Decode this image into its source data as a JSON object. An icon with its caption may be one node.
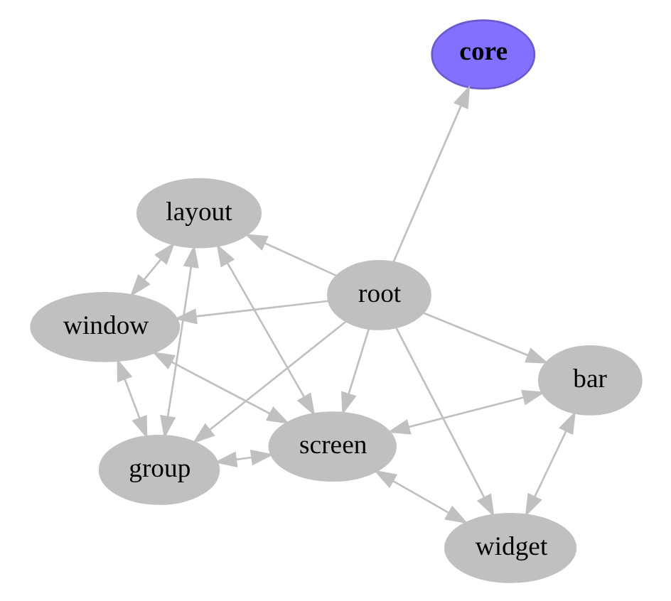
{
  "diagram": {
    "nodes": [
      {
        "text": [
          "window"
        ]
      },
      {
        "text": [
          "core"
        ]
      },
      {
        "text": [
          "group"
        ]
      },
      {
        "text": [
          "root"
        ]
      },
      {
        "text": [
          "bar"
        ]
      },
      {
        "text": [
          "layout"
        ]
      },
      {
        "text": [
          "widget"
        ]
      },
      {
        "text": [
          "screen"
        ]
      }
    ],
    "edges": [
      {
        "from": 3,
        "to": 1,
        "arrow": "to"
      },
      {
        "from": 3,
        "to": 0,
        "arrow": "to"
      },
      {
        "from": 3,
        "to": 2,
        "arrow": "to"
      },
      {
        "from": 3,
        "to": 4,
        "arrow": "to"
      },
      {
        "from": 3,
        "to": 5,
        "arrow": "to"
      },
      {
        "from": 3,
        "to": 6,
        "arrow": "to"
      },
      {
        "from": 3,
        "to": 7,
        "arrow": "to"
      },
      {
        "from": 0,
        "to": 2,
        "arrow": "both"
      },
      {
        "from": 0,
        "to": 5,
        "arrow": "both"
      },
      {
        "from": 0,
        "to": 7,
        "arrow": "both"
      },
      {
        "from": 2,
        "to": 5,
        "arrow": "both"
      },
      {
        "from": 2,
        "to": 7,
        "arrow": "both"
      },
      {
        "from": 4,
        "to": 6,
        "arrow": "both"
      },
      {
        "from": 4,
        "to": 7,
        "arrow": "both"
      },
      {
        "from": 6,
        "to": 7,
        "arrow": "both"
      },
      {
        "from": 5,
        "to": 7,
        "arrow": "both"
      }
    ]
  }
}
